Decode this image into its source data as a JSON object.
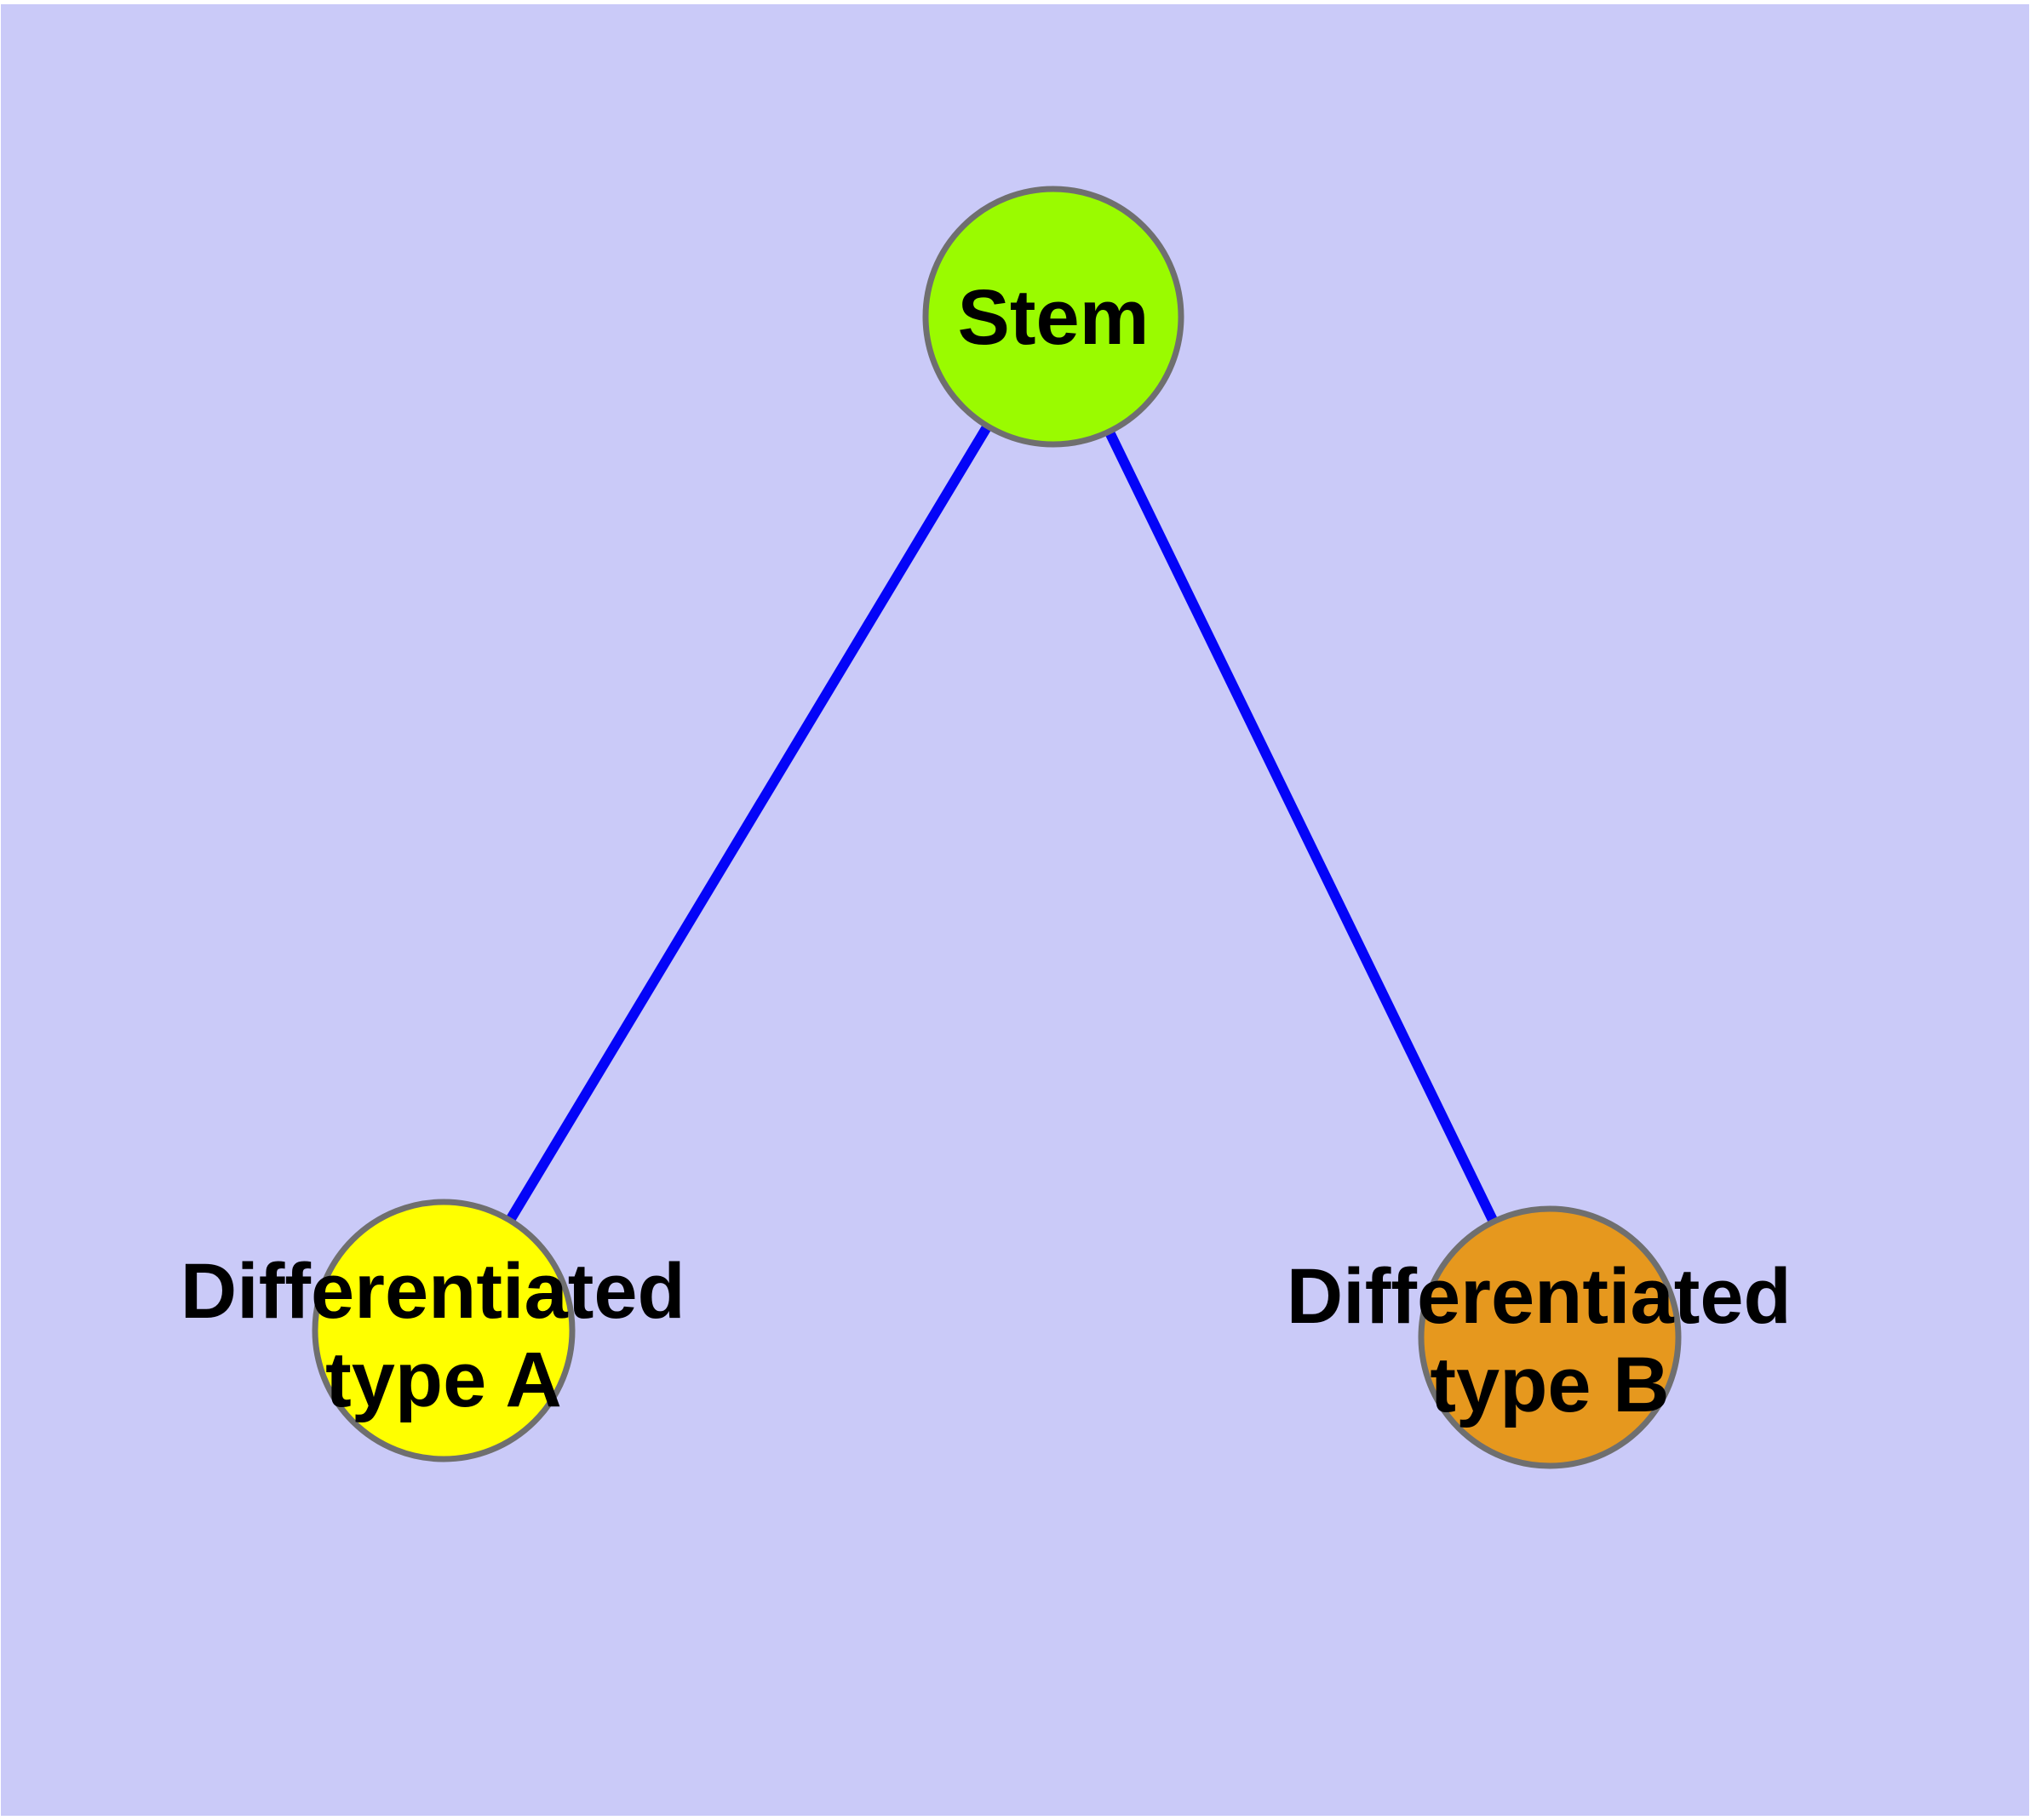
{
  "diagram": {
    "kind": "node-link-graph",
    "colors": {
      "page_background": "#FFFFFF",
      "canvas_background": "#CACAF8",
      "edge": "#0404F8",
      "node_border": "#6F6F6F",
      "label_text": "#000000"
    },
    "nodes": {
      "stem": {
        "label": "Stem",
        "fill": "#9AFB00"
      },
      "type_a": {
        "lines": [
          "Differentiated",
          "type A"
        ],
        "fill": "#FFFF00"
      },
      "type_b": {
        "lines": [
          "Differentiated",
          "type B"
        ],
        "fill": "#E6981E"
      }
    },
    "edges": [
      {
        "from": "Stem",
        "to": "Differentiated type A"
      },
      {
        "from": "Stem",
        "to": "Differentiated type B"
      }
    ]
  }
}
